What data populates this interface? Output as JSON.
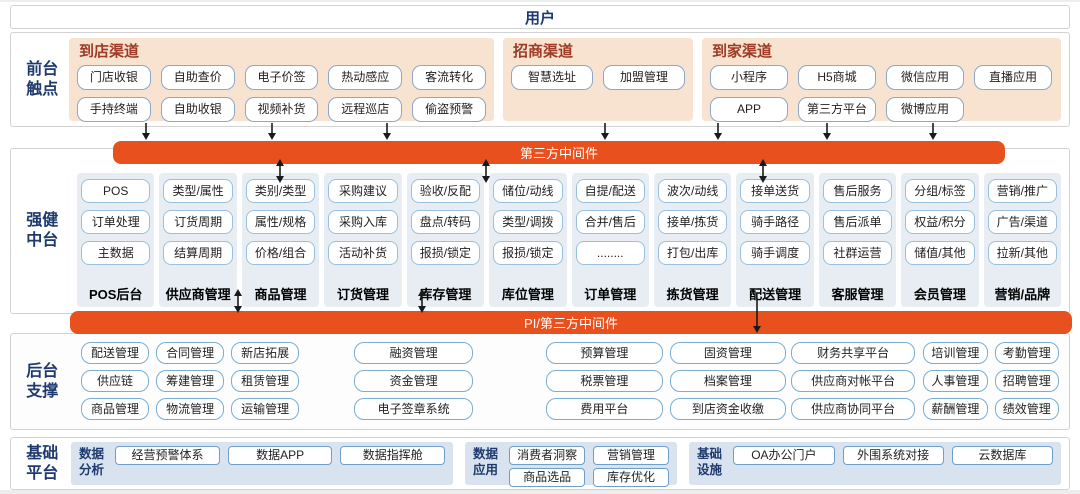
{
  "header": {
    "title": "用户"
  },
  "sections": {
    "front": {
      "label": "前台触点",
      "groups": [
        {
          "title": "到店渠道",
          "rows": [
            [
              "门店收银",
              "自助查价",
              "电子价签",
              "热动感应",
              "客流转化"
            ],
            [
              "手持终端",
              "自助收银",
              "视频补货",
              "远程巡店",
              "偷盗预警"
            ]
          ]
        },
        {
          "title": "招商渠道",
          "rows": [
            [
              "智慧选址",
              "加盟管理"
            ]
          ]
        },
        {
          "title": "到家渠道",
          "rows": [
            [
              "小程序",
              "H5商城",
              "微信应用",
              "直播应用"
            ],
            [
              "APP",
              "第三方平台",
              "微博应用"
            ]
          ]
        }
      ]
    },
    "middleware_top": {
      "label": "第三方中间件"
    },
    "middle": {
      "label": "强健中台",
      "columns": [
        {
          "title": "POS后台",
          "items": [
            "POS",
            "订单处理",
            "主数据"
          ]
        },
        {
          "title": "供应商管理",
          "items": [
            "类型/属性",
            "订货周期",
            "结算周期"
          ]
        },
        {
          "title": "商品管理",
          "items": [
            "类别/类型",
            "属性/规格",
            "价格/组合"
          ]
        },
        {
          "title": "订货管理",
          "items": [
            "采购建议",
            "采购入库",
            "活动补货"
          ]
        },
        {
          "title": "库存管理",
          "items": [
            "验收/反配",
            "盘点/转码",
            "报损/锁定"
          ]
        },
        {
          "title": "库位管理",
          "items": [
            "储位/动线",
            "类型/调拨",
            "报损/锁定"
          ]
        },
        {
          "title": "订单管理",
          "items": [
            "自提/配送",
            "合并/售后",
            "........"
          ]
        },
        {
          "title": "拣货管理",
          "items": [
            "波次/动线",
            "接单/拣货",
            "打包/出库"
          ]
        },
        {
          "title": "配送管理",
          "items": [
            "接单送货",
            "骑手路径",
            "骑手调度"
          ]
        },
        {
          "title": "客服管理",
          "items": [
            "售后服务",
            "售后派单",
            "社群运营"
          ]
        },
        {
          "title": "会员管理",
          "items": [
            "分组/标签",
            "权益/积分",
            "储值/其他"
          ]
        },
        {
          "title": "营销/品牌",
          "items": [
            "营销/推广",
            "广告/渠道",
            "拉新/其他"
          ]
        }
      ]
    },
    "middleware_bottom": {
      "label": "PI/第三方中间件"
    },
    "backend": {
      "label": "后台支撑",
      "groups": [
        {
          "rows": [
            [
              "配送管理",
              "合同管理",
              "新店拓展"
            ],
            [
              "供应链",
              "筹建管理",
              "租赁管理"
            ],
            [
              "商品管理",
              "物流管理",
              "运输管理"
            ]
          ]
        },
        {
          "rows": [
            [
              "融资管理"
            ],
            [
              "资金管理"
            ],
            [
              "电子签章系统"
            ]
          ]
        },
        {
          "rows": [
            [
              "预算管理",
              "固资管理"
            ],
            [
              "税票管理",
              "档案管理"
            ],
            [
              "费用平台",
              "到店资金收缴"
            ]
          ]
        },
        {
          "rows": [
            [
              "财务共享平台"
            ],
            [
              "供应商对帐平台"
            ],
            [
              "供应商协同平台"
            ]
          ]
        },
        {
          "rows": [
            [
              "培训管理",
              "考勤管理"
            ],
            [
              "人事管理",
              "招聘管理"
            ],
            [
              "薪酬管理",
              "绩效管理"
            ]
          ]
        }
      ]
    },
    "base": {
      "label": "基础平台",
      "groups": [
        {
          "title": "数据分析",
          "rows": [
            [
              "经营预警体系",
              "数据APP",
              "数据指挥舱"
            ]
          ]
        },
        {
          "title": "数据应用",
          "rows": [
            [
              "消费者洞察",
              "营销管理"
            ],
            [
              "商品选品",
              "库存优化"
            ]
          ]
        },
        {
          "title": "基础设施",
          "rows": [
            [
              "OA办公门户",
              "外围系统对接",
              "云数据库"
            ]
          ]
        }
      ]
    }
  },
  "colors": {
    "accent_red": "#e8501e",
    "navy": "#1e3a6e",
    "peach_bg": "#f8e3d1",
    "channel_title": "#9e3a25",
    "column_bg": "#e7edf3",
    "base_group_bg": "#d9e3f0"
  }
}
